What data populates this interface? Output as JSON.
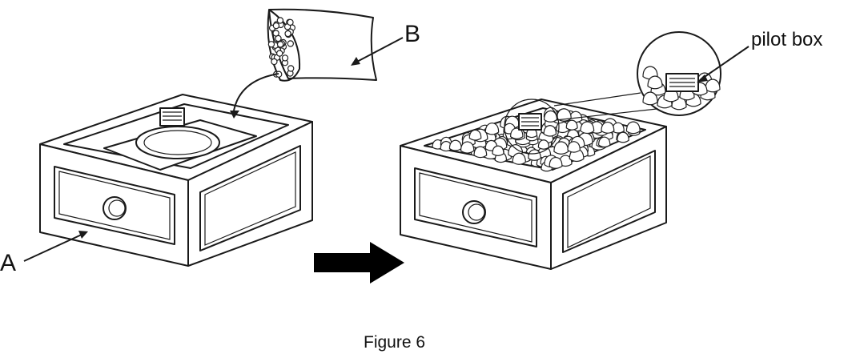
{
  "labels": {
    "a": "A",
    "b": "B",
    "pilot_box": "pilot box",
    "caption": "Figure 6"
  },
  "colors": {
    "ink": "#1a1a1a",
    "background": "#ffffff"
  },
  "icons": {
    "direction_arrow": "right-arrow-icon"
  }
}
